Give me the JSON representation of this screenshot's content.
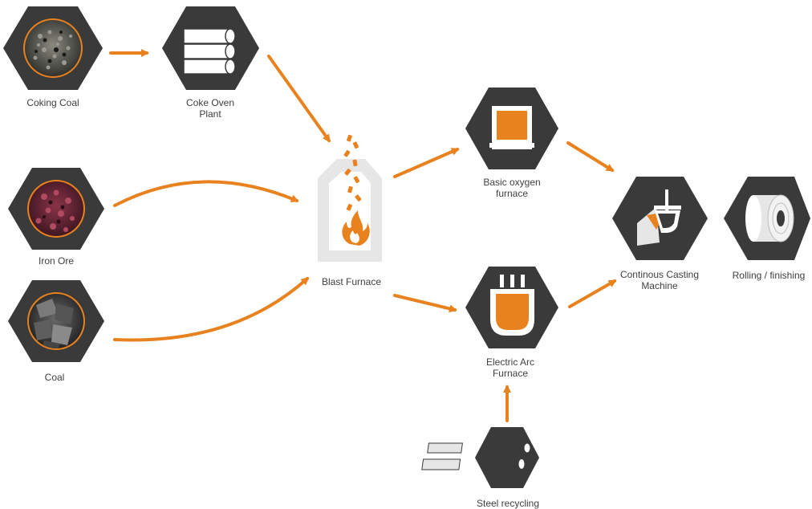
{
  "colors": {
    "hexagon": "#3a3a3a",
    "arrow": "#e8821e",
    "text": "#404040",
    "orange": "#e8821e",
    "furnace_body": "#e6e6e6"
  },
  "nodes": {
    "coking_coal": {
      "label": "Coking Coal",
      "icon": "coal-pile-icon"
    },
    "coke_oven": {
      "label_line1": "Coke Oven",
      "label_line2": "Plant",
      "icon": "coke-cylinders-icon"
    },
    "iron_ore": {
      "label": "Iron Ore",
      "icon": "iron-ore-icon"
    },
    "coal": {
      "label": "Coal",
      "icon": "coal-lumps-icon"
    },
    "blast_furnace": {
      "label": "Blast Furnace",
      "icon": "blast-furnace-icon"
    },
    "bof": {
      "label_line1": "Basic oxygen",
      "label_line2": "furnace",
      "icon": "oxygen-furnace-icon"
    },
    "eaf": {
      "label_line1": "Electric Arc",
      "label_line2": "Furnace",
      "icon": "electric-arc-furnace-icon"
    },
    "casting": {
      "label_line1": "Continous Casting",
      "label_line2": "Machine",
      "icon": "ladle-icon"
    },
    "rolling": {
      "label": "Rolling / finishing",
      "icon": "steel-coil-icon"
    },
    "recycling": {
      "label": "Steel recycling",
      "icon": "steel-bars-icon"
    }
  }
}
